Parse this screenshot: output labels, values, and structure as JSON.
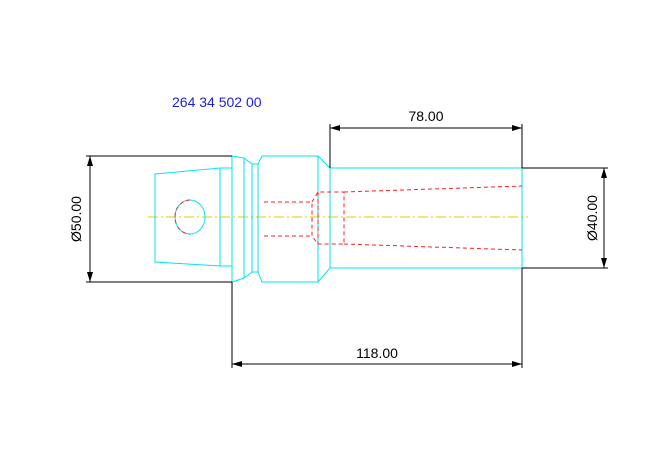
{
  "drawing": {
    "part_number": "264 34 502 00",
    "dimensions": {
      "length_bore": "78.00",
      "length_total": "118.00",
      "diameter_head": "Ø50.00",
      "diameter_shaft": "Ø40.00"
    }
  },
  "colors": {
    "outline": "#00e5ee",
    "hidden": "#ff2020",
    "centerline": "#d4d400",
    "dimension": "#000000",
    "part_number": "#1f1fd6"
  }
}
